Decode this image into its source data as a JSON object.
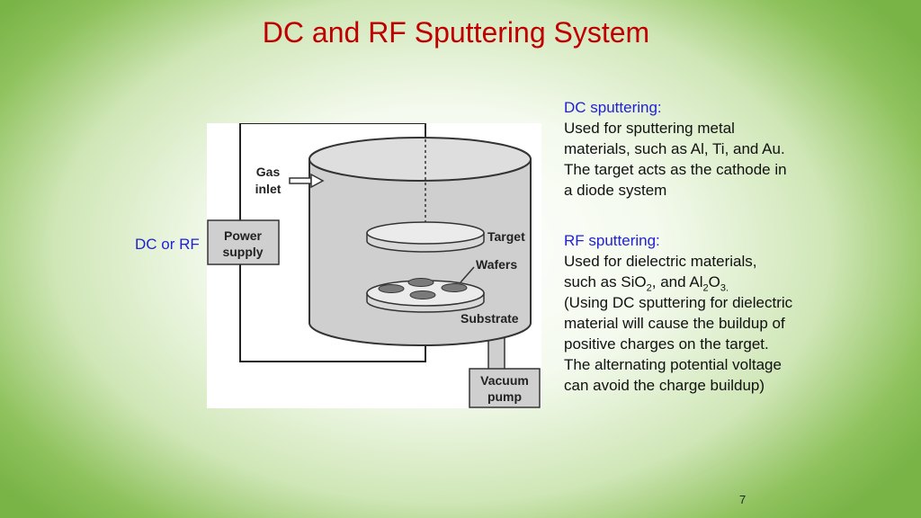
{
  "slide": {
    "title": "DC and RF Sputtering System",
    "side_label": "DC or RF",
    "page_number": "7"
  },
  "diagram": {
    "gas_inlet_line1": "Gas",
    "gas_inlet_line2": "inlet",
    "power_supply_line1": "Power",
    "power_supply_line2": "supply",
    "target": "Target",
    "wafers": "Wafers",
    "substrate": "Substrate",
    "vacuum_pump_line1": "Vacuum",
    "vacuum_pump_line2": "pump"
  },
  "dc_panel": {
    "heading": "DC sputtering:",
    "body": "Used for sputtering metal materials, such as Al, Ti, and Au. The target acts as the cathode in a diode system"
  },
  "rf_panel": {
    "heading": "RF sputtering:",
    "line1": "Used for dielectric materials, such as SiO",
    "sio_sub": "2",
    "mid": ", and Al",
    "al_sub": "2",
    "o": "O",
    "o_sub": "3.",
    "rest": "(Using DC sputtering for dielectric material will cause the buildup of positive charges on the target. The alternating potential voltage can avoid the charge buildup)"
  },
  "colors": {
    "title": "#c00000",
    "accent_blue": "#1f1fd6",
    "chamber_gray": "#cfcfcf",
    "background_green": "#79b447"
  }
}
